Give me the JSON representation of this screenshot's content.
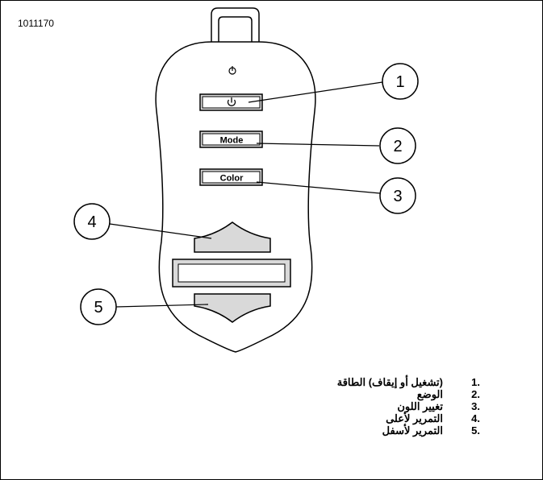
{
  "figure_id": "1011170",
  "buttons": {
    "power_icon": "power-icon",
    "mode_label": "Mode",
    "color_label": "Color"
  },
  "callouts": [
    "1",
    "2",
    "3",
    "4",
    "5"
  ],
  "legend": [
    {
      "number": "1.",
      "text": "(تشغيل أو إيقاف) الطاقة"
    },
    {
      "number": "2.",
      "text": "الوضع"
    },
    {
      "number": "3.",
      "text": "تغيير اللون"
    },
    {
      "number": "4.",
      "text": "التمرير لأعلى"
    },
    {
      "number": "5.",
      "text": "التمرير لأسفل"
    }
  ],
  "colors": {
    "line": "#000000",
    "remote_body": "#ffffff",
    "button_fill": "#d9d9d9"
  }
}
